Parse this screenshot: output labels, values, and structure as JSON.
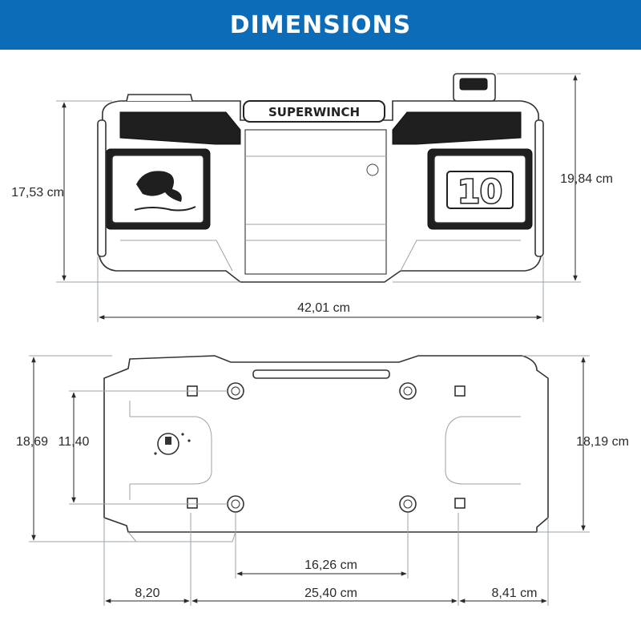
{
  "title": "DIMENSIONS",
  "colors": {
    "banner": "#0d6cb8",
    "banner_text": "#ffffff",
    "line": "#2a2a2a"
  },
  "front_view": {
    "brand_label": "SUPERWINCH",
    "model_badge": "10",
    "dimensions": {
      "left_height": "17,53 cm",
      "right_height": "19,84 cm",
      "width": "42,01 cm"
    }
  },
  "bottom_view": {
    "dimensions": {
      "outer_height": "18,69",
      "bolt_spacing_vertical": "11,40",
      "right_height": "18,19 cm",
      "bolt_spacing_horizontal": "16,26 cm",
      "left_offset": "8,20",
      "center_span": "25,40 cm",
      "right_offset": "8,41 cm"
    }
  }
}
